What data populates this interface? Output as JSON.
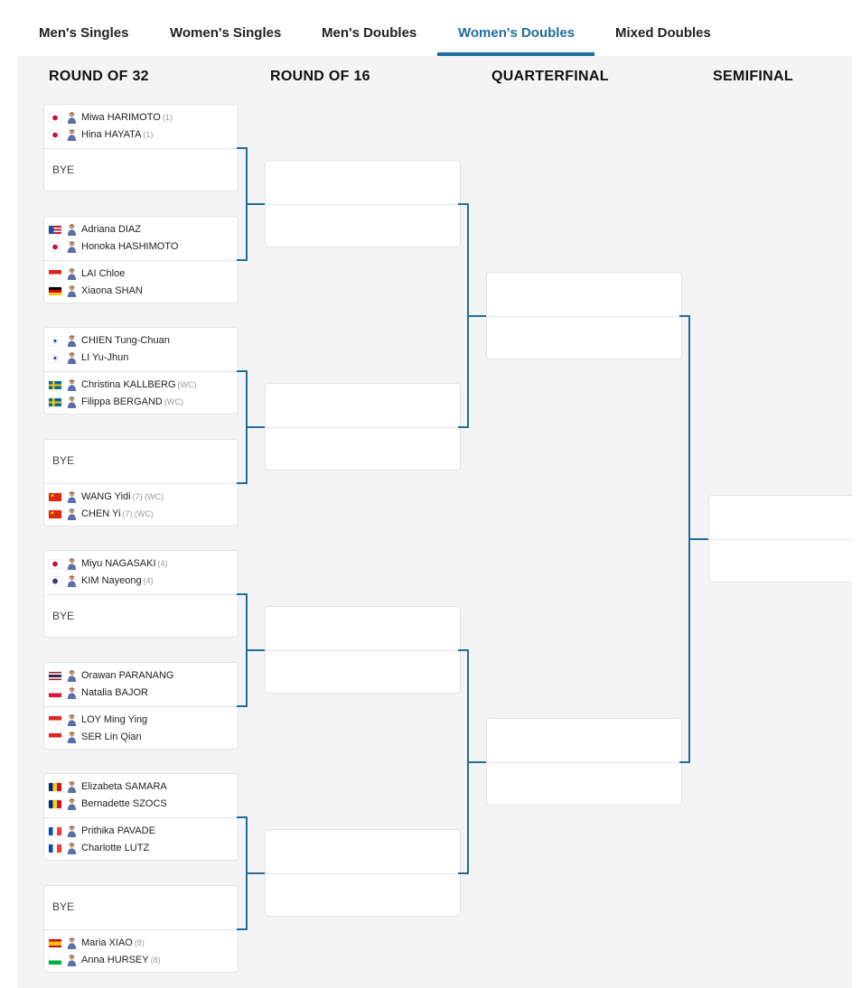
{
  "tabs": [
    {
      "label": "Men's Singles",
      "active": false
    },
    {
      "label": "Women's Singles",
      "active": false
    },
    {
      "label": "Men's Doubles",
      "active": false
    },
    {
      "label": "Women's Doubles",
      "active": true
    },
    {
      "label": "Mixed Doubles",
      "active": false
    }
  ],
  "rounds": [
    "ROUND OF 32",
    "ROUND OF 16",
    "QUARTERFINAL",
    "SEMIFINAL"
  ],
  "colors": {
    "accent": "#1f6e9e",
    "connector": "#236c99",
    "panel_bg": "#f4f4f4"
  },
  "round32": [
    {
      "bye": false,
      "players": [
        {
          "name": "Miwa HARIMOTO",
          "seed": "(1)",
          "flag": "JPN"
        },
        {
          "name": "Hina HAYATA",
          "seed": "(1)",
          "flag": "JPN"
        }
      ]
    },
    {
      "bye": true,
      "label": "BYE"
    },
    {
      "bye": false,
      "players": [
        {
          "name": "Adriana DIAZ",
          "seed": "",
          "flag": "PUR"
        },
        {
          "name": "Honoka HASHIMOTO",
          "seed": "",
          "flag": "JPN"
        }
      ]
    },
    {
      "bye": false,
      "players": [
        {
          "name": "LAI Chloe",
          "seed": "",
          "flag": "SGP"
        },
        {
          "name": "Xiaona SHAN",
          "seed": "",
          "flag": "GER"
        }
      ]
    },
    {
      "bye": false,
      "players": [
        {
          "name": "CHIEN Tung-Chuan",
          "seed": "",
          "flag": "TPE"
        },
        {
          "name": "LI Yu-Jhun",
          "seed": "",
          "flag": "TPE"
        }
      ]
    },
    {
      "bye": false,
      "players": [
        {
          "name": "Christina KALLBERG",
          "seed": "(WC)",
          "flag": "SWE"
        },
        {
          "name": "Filippa BERGAND",
          "seed": "(WC)",
          "flag": "SWE"
        }
      ]
    },
    {
      "bye": true,
      "label": "BYE"
    },
    {
      "bye": false,
      "players": [
        {
          "name": "WANG Yidi",
          "seed": "(7) (WC)",
          "flag": "CHN"
        },
        {
          "name": "CHEN Yi",
          "seed": "(7) (WC)",
          "flag": "CHN"
        }
      ]
    },
    {
      "bye": false,
      "players": [
        {
          "name": "Miyu NAGASAKI",
          "seed": "(4)",
          "flag": "JPN"
        },
        {
          "name": "KIM Nayeong",
          "seed": "(4)",
          "flag": "KOR"
        }
      ]
    },
    {
      "bye": true,
      "label": "BYE"
    },
    {
      "bye": false,
      "players": [
        {
          "name": "Orawan PARANANG",
          "seed": "",
          "flag": "THA"
        },
        {
          "name": "Natalia BAJOR",
          "seed": "",
          "flag": "POL"
        }
      ]
    },
    {
      "bye": false,
      "players": [
        {
          "name": "LOY Ming Ying",
          "seed": "",
          "flag": "SGP"
        },
        {
          "name": "SER Lin Qian",
          "seed": "",
          "flag": "SGP"
        }
      ]
    },
    {
      "bye": false,
      "players": [
        {
          "name": "Elizabeta SAMARA",
          "seed": "",
          "flag": "ROU"
        },
        {
          "name": "Bernadette SZOCS",
          "seed": "",
          "flag": "ROU"
        }
      ]
    },
    {
      "bye": false,
      "players": [
        {
          "name": "Prithika PAVADE",
          "seed": "",
          "flag": "FRA"
        },
        {
          "name": "Charlotte LUTZ",
          "seed": "",
          "flag": "FRA"
        }
      ]
    },
    {
      "bye": true,
      "label": "BYE"
    },
    {
      "bye": false,
      "players": [
        {
          "name": "Maria XIAO",
          "seed": "(8)",
          "flag": "ESP"
        },
        {
          "name": "Anna HURSEY",
          "seed": "(8)",
          "flag": "WAL"
        }
      ]
    }
  ]
}
